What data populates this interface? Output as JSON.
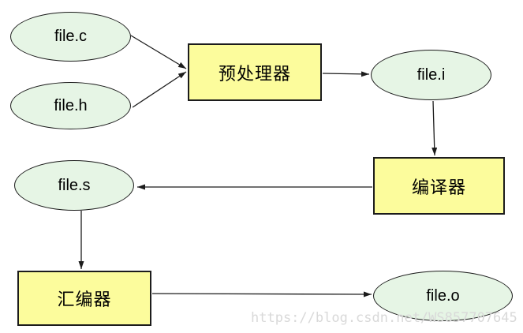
{
  "diagram": {
    "nodes": [
      {
        "id": "file-c",
        "type": "file",
        "label": "file.c"
      },
      {
        "id": "file-h",
        "type": "file",
        "label": "file.h"
      },
      {
        "id": "preprocessor",
        "type": "process",
        "label": "预处理器"
      },
      {
        "id": "file-i",
        "type": "file",
        "label": "file.i"
      },
      {
        "id": "compiler",
        "type": "process",
        "label": "编译器"
      },
      {
        "id": "file-s",
        "type": "file",
        "label": "file.s"
      },
      {
        "id": "assembler",
        "type": "process",
        "label": "汇编器"
      },
      {
        "id": "file-o",
        "type": "file",
        "label": "file.o"
      }
    ],
    "edges": [
      {
        "from": "file.c",
        "to": "预处理器"
      },
      {
        "from": "file.h",
        "to": "预处理器"
      },
      {
        "from": "预处理器",
        "to": "file.i"
      },
      {
        "from": "file.i",
        "to": "编译器"
      },
      {
        "from": "编译器",
        "to": "file.s"
      },
      {
        "from": "file.s",
        "to": "汇编器"
      },
      {
        "from": "汇编器",
        "to": "file.o"
      }
    ]
  },
  "watermark": {
    "text": "https://blog.csdn.net/WS857707645"
  },
  "colors": {
    "background": "#ffffff",
    "file_fill": "#e6f5e5",
    "process_fill": "#fcfc9c",
    "stroke": "#1c1c1c",
    "watermark_text": "#d9d9d9"
  }
}
